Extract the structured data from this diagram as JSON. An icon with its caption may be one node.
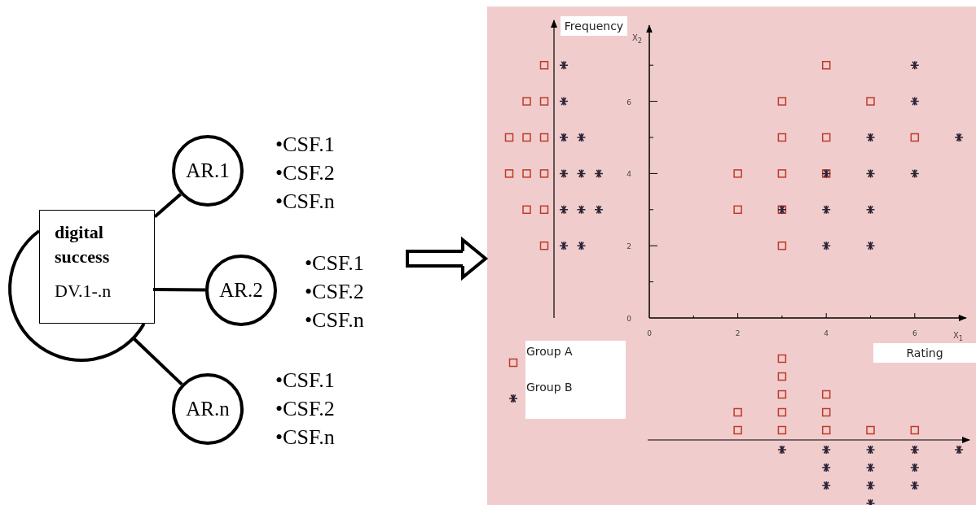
{
  "diagram": {
    "nodes": [
      {
        "text": [],
        "shape": "circle"
      },
      {
        "text": [
          "digital success",
          "DV.1-.n"
        ]
      },
      {
        "text": [
          "AR.1"
        ],
        "beside": [
          "•CSF.1",
          "•CSF.2",
          "•CSF.n"
        ]
      },
      {
        "text": [
          "AR.2"
        ],
        "beside": [
          "•CSF.1",
          "•CSF.2",
          "•CSF.n"
        ]
      },
      {
        "text": [
          "AR.n"
        ],
        "beside": [
          "•CSF.1",
          "•CSF.2",
          "•CSF.n"
        ]
      },
      {
        "text": [],
        "shape": "box"
      }
    ],
    "edges": [
      {
        "from": 1,
        "to": 2,
        "arrow": "none"
      },
      {
        "from": 0,
        "to": 3,
        "arrow": "none"
      },
      {
        "from": 0,
        "to": 4,
        "arrow": "none"
      },
      {
        "from": null,
        "to": 5,
        "arrow": "to"
      }
    ],
    "labels": [
      "Frequency",
      "Rating"
    ],
    "legend": [
      {
        "text": "Group A"
      },
      {
        "text": "Group B"
      }
    ],
    "chart_data": {
      "type": "scatter",
      "xlabel": "X$_{1}$",
      "ylabel": "X$_{2}$",
      "xlim": [
        0,
        7.16
      ],
      "ylim": [
        0,
        8.1
      ],
      "xticks": [
        0,
        2,
        4,
        6
      ],
      "yticks": [
        0,
        2,
        4,
        6
      ],
      "series": [
        {
          "color": "#c0392b",
          "x": [
            4,
            3,
            5,
            3,
            4,
            6,
            2,
            3,
            4,
            2,
            3,
            3
          ],
          "values": [
            7,
            6,
            6,
            5,
            5,
            5,
            4,
            4,
            4,
            3,
            3,
            2
          ]
        },
        {
          "color": "#2a2135",
          "x": [
            6,
            6,
            5,
            7,
            4,
            5,
            6,
            3,
            4,
            5,
            4,
            5
          ],
          "values": [
            7,
            6,
            5,
            5,
            4,
            4,
            4,
            3,
            3,
            3,
            2,
            2
          ]
        }
      ]
    }
  }
}
